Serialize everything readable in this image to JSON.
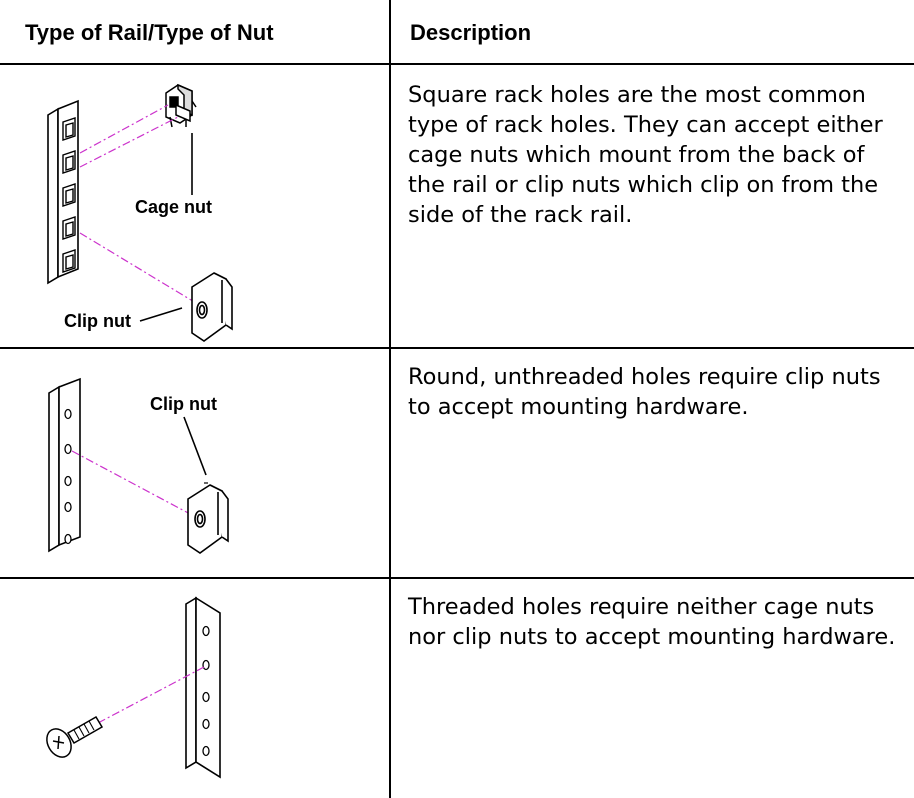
{
  "table": {
    "headers": {
      "rail": "Type of Rail/Type of Nut",
      "description": "Description"
    },
    "rows": [
      {
        "description": "Square rack holes are the most common type of rack holes. They can accept either cage nuts which mount from the back of the rail or clip nuts which clip on from the side of the rack rail.",
        "labels": {
          "cage_nut": "Cage nut",
          "clip_nut": "Clip nut"
        }
      },
      {
        "description": "Round, unthreaded holes require clip nuts to accept mounting hardware.",
        "labels": {
          "clip_nut": "Clip nut"
        }
      },
      {
        "description": "Threaded holes require neither cage nuts nor clip nuts to accept mounting hardware."
      }
    ]
  }
}
